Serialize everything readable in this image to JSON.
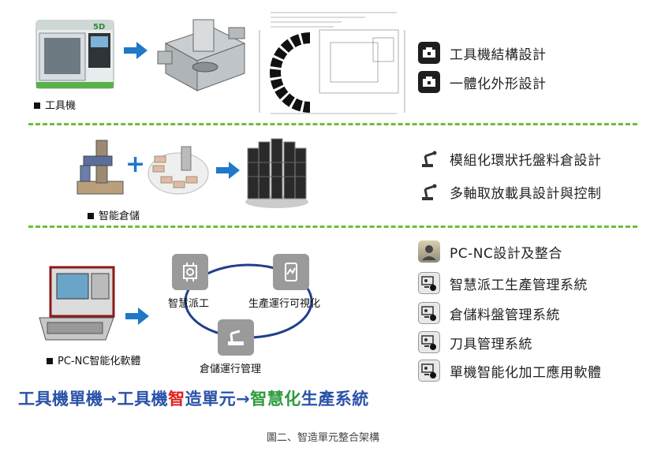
{
  "section1": {
    "machine_label": "工具機",
    "machine_badge": "5D",
    "features": [
      "工具機結構設計",
      "一體化外形設計"
    ]
  },
  "section2": {
    "storage_label": "智能倉儲",
    "features": [
      "模組化環狀托盤料倉設計",
      "多軸取放載具設計與控制"
    ]
  },
  "section3": {
    "pcnc_label": "PC-NC智能化軟體",
    "cycle": {
      "node_dispatch": "智慧派工",
      "node_visual": "生產運行可視化",
      "node_storage": "倉儲運行管理"
    },
    "features": [
      "PC-NC設計及整合",
      "智慧派工生產管理系統",
      "倉儲料盤管理系統",
      "刀具管理系統",
      "單機智能化加工應用軟體"
    ]
  },
  "headline": {
    "part1": "工具機單機→工具機",
    "part2": "智",
    "part3": "造單元→",
    "part4": "智慧化",
    "part5": "生產系統"
  },
  "caption": "圖二、智造單元整合架構",
  "colors": {
    "arrow": "#1f78c8",
    "separator": "#6abf3a",
    "headline_blue": "#2a52a8",
    "headline_red": "#e02020",
    "headline_green": "#2e9a3e"
  }
}
